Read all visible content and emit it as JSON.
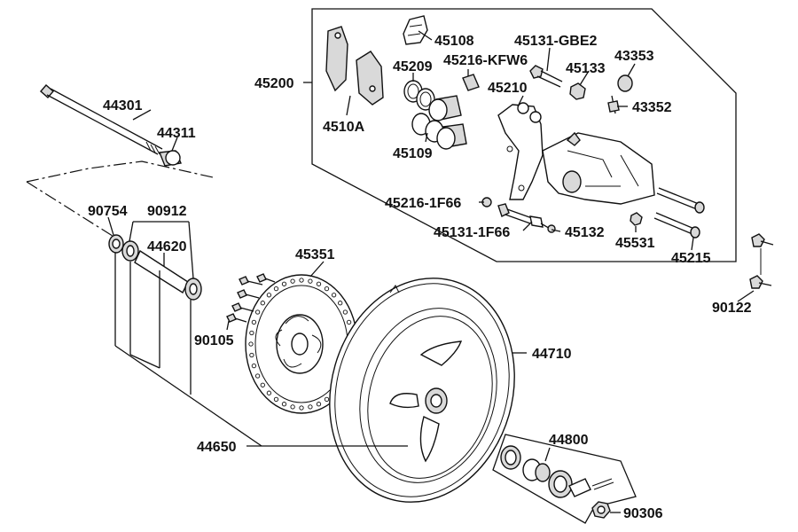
{
  "labels": {
    "p45200": "45200",
    "p4510A": "4510A",
    "p45108": "45108",
    "p45209": "45209",
    "p45216_kfw6": "45216-KFW6",
    "p45109": "45109",
    "p45131_gbe2": "45131-GBE2",
    "p45133": "45133",
    "p45210": "45210",
    "p43353": "43353",
    "p43352": "43352",
    "p45216_1f66": "45216-1F66",
    "p45131_1f66": "45131-1F66",
    "p45132": "45132",
    "p45531": "45531",
    "p45215": "45215",
    "p90122": "90122",
    "p44301": "44301",
    "p44311": "44311",
    "p90754": "90754",
    "p90912": "90912",
    "p44620": "44620",
    "p45351": "45351",
    "p90105": "90105",
    "p44710": "44710",
    "p44650": "44650",
    "p44800": "44800",
    "p90306": "90306"
  }
}
